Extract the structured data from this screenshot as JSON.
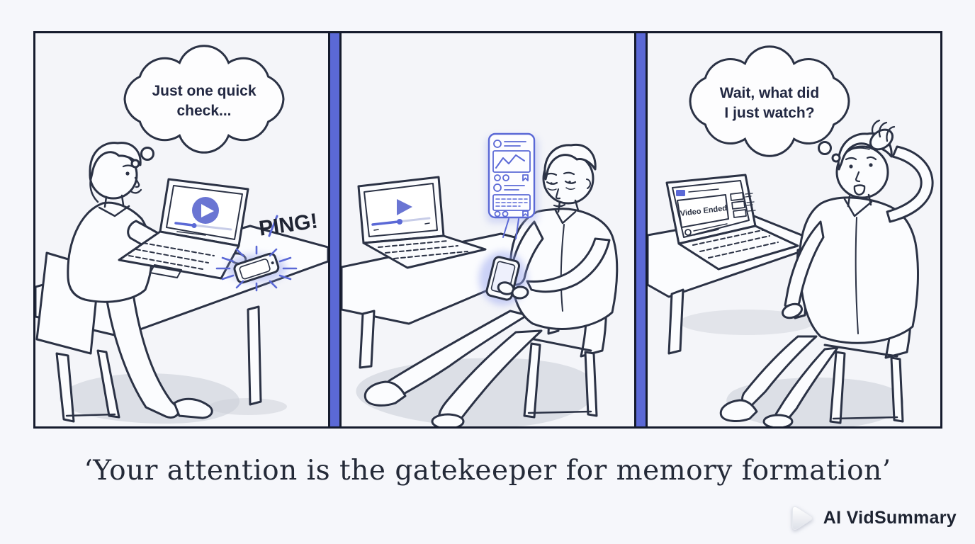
{
  "colors": {
    "page_bg": "#f6f7fb",
    "panel_bg": "#f4f5f9",
    "frame_border": "#151b2d",
    "divider_blue": "#5b69d6",
    "ink": "#2b3245",
    "accent_purple": "#5b69d6",
    "play_button_fill": "#6a75d3",
    "glow_purple": "#9aa6ef",
    "shadow_gray": "#ccd0d8",
    "caption_text": "#242a38",
    "brand_text": "#1d2331"
  },
  "panel1": {
    "thought_line1": "Just one quick",
    "thought_line2": "check...",
    "sfx": "PING!"
  },
  "panel3": {
    "thought_line1": "Wait, what did",
    "thought_line2": "I just watch?",
    "screen_text": "Video Ended"
  },
  "caption": {
    "text": "‘Your attention is the gatekeeper for memory formation’"
  },
  "brand": {
    "label": "AI VidSummary"
  },
  "icons": {
    "brand": "play-icon",
    "panel1_video": "play-icon",
    "panel2_video": "play-icon",
    "panel1_phone": "phone-icon",
    "panel2_phone": "phone-icon"
  }
}
